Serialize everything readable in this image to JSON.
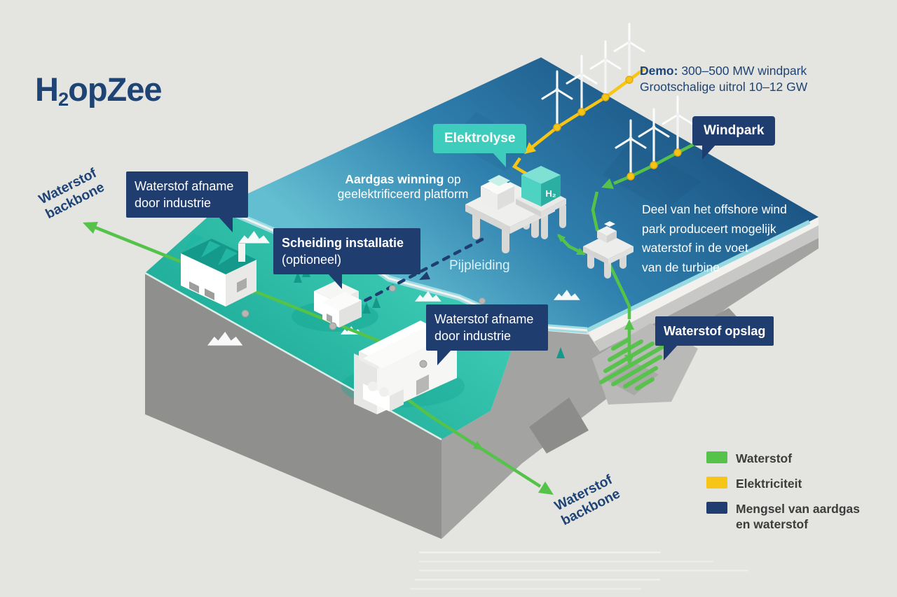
{
  "title": {
    "h": "H",
    "sub": "2",
    "rest": "opZee"
  },
  "demo": {
    "prefix": "Demo:",
    "line1": "300–500 MW windpark",
    "line2": "Grootschalige uitrol 10–12 GW"
  },
  "callouts": {
    "elektrolyse": "Elektrolyse",
    "windpark": "Windpark",
    "waterstof_afname": "Waterstof afname door industrie",
    "scheiding_bold": "Scheiding installatie",
    "scheiding_sub": "(optioneel)",
    "waterstof_opslag": "Waterstof opslag"
  },
  "annotations": {
    "aardgas_bold": "Aardgas winning",
    "aardgas_rest": "op",
    "aardgas_line2": "geelektrificeerd platform",
    "pijpleiding": "Pijpleiding",
    "offshore_lines": [
      "Deel van het offshore wind",
      "park produceert mogelijk",
      "waterstof in de voet",
      "van de turbine"
    ],
    "backbone": "Waterstof backbone",
    "h2_platform": "H₂"
  },
  "legend": {
    "items": [
      {
        "label": "Waterstof",
        "color": "#55c24a"
      },
      {
        "label": "Elektriciteit",
        "color": "#f7c515"
      },
      {
        "label": "Mengsel van aardgas en waterstof",
        "color": "#1f3d6f"
      }
    ]
  },
  "colors": {
    "background": "#e4e4e0",
    "navy_box": "#1f3d6f",
    "teal_bubble": "#3ecdbc",
    "title_blue": "#1e4476",
    "sea_deep": "#1b5383",
    "sea_light": "#5fbcd0",
    "land_teal": "#2fc3ae",
    "hydrogen_green": "#55c24a",
    "electricity_yellow": "#f7c515"
  }
}
